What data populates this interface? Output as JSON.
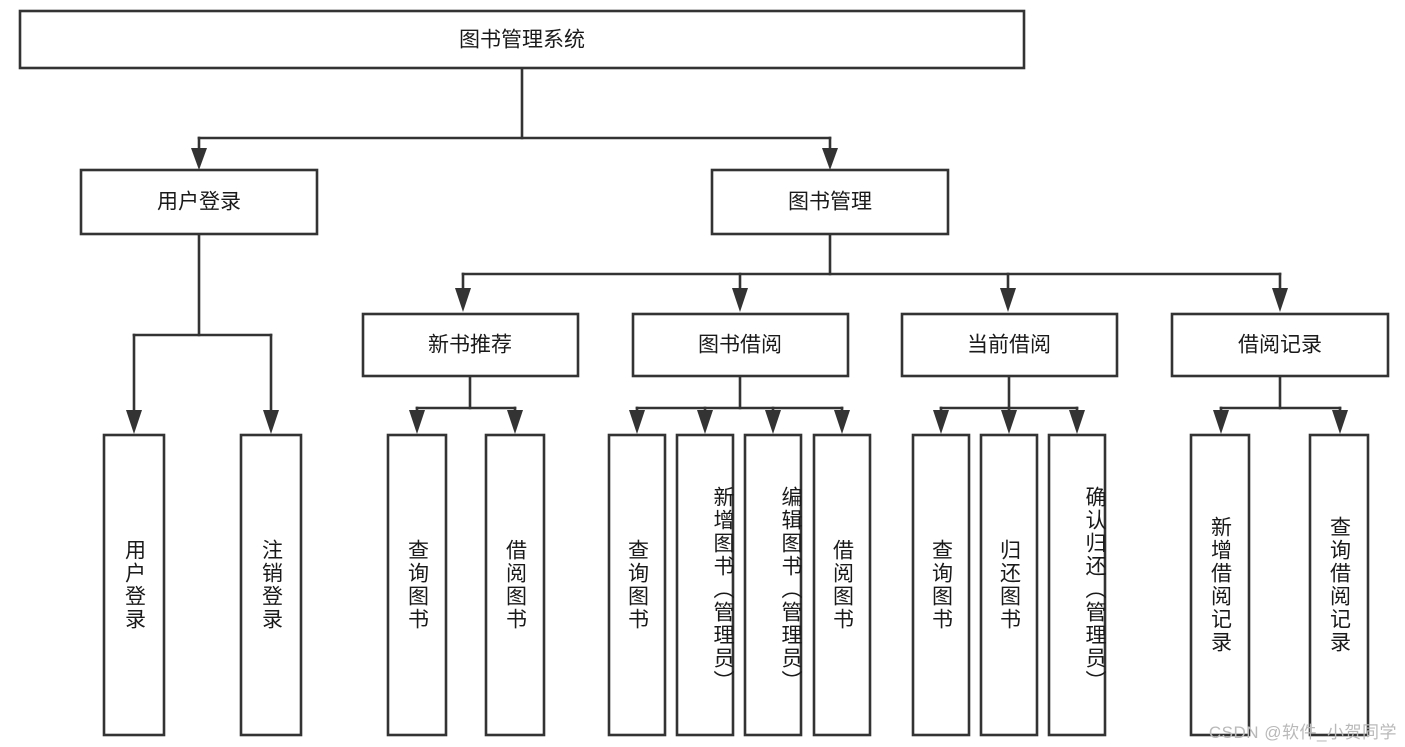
{
  "diagram": {
    "title": "图书管理系统",
    "type": "tree-hierarchy-chart",
    "root": {
      "id": "root",
      "label": "图书管理系统"
    },
    "level2": [
      {
        "id": "user-login",
        "label": "用户登录"
      },
      {
        "id": "book-management",
        "label": "图书管理"
      }
    ],
    "level3": [
      {
        "id": "new-book-recommend",
        "label": "新书推荐",
        "parent": "book-management"
      },
      {
        "id": "book-borrow",
        "label": "图书借阅",
        "parent": "book-management"
      },
      {
        "id": "current-borrow",
        "label": "当前借阅",
        "parent": "book-management"
      },
      {
        "id": "borrow-record",
        "label": "借阅记录",
        "parent": "book-management"
      }
    ],
    "leaves": [
      {
        "id": "leaf-user-login",
        "label": "用户登录",
        "parent": "user-login"
      },
      {
        "id": "leaf-logout-login",
        "label": "注销登录",
        "parent": "user-login"
      },
      {
        "id": "leaf-query-book-1",
        "label": "查询图书",
        "parent": "new-book-recommend"
      },
      {
        "id": "leaf-borrow-book-1",
        "label": "借阅图书",
        "parent": "new-book-recommend"
      },
      {
        "id": "leaf-query-book-2",
        "label": "查询图书",
        "parent": "book-borrow"
      },
      {
        "id": "leaf-add-book",
        "label": "新增图书（管理员）",
        "parent": "book-borrow"
      },
      {
        "id": "leaf-edit-book",
        "label": "编辑图书（管理员）",
        "parent": "book-borrow"
      },
      {
        "id": "leaf-borrow-book-2",
        "label": "借阅图书",
        "parent": "book-borrow"
      },
      {
        "id": "leaf-query-book-3",
        "label": "查询图书",
        "parent": "current-borrow"
      },
      {
        "id": "leaf-return-book",
        "label": "归还图书",
        "parent": "current-borrow"
      },
      {
        "id": "leaf-confirm-return",
        "label": "确认归还（管理员）",
        "parent": "current-borrow"
      },
      {
        "id": "leaf-add-borrow-record",
        "label": "新增借阅记录",
        "parent": "borrow-record"
      },
      {
        "id": "leaf-query-borrow-record",
        "label": "查询借阅记录",
        "parent": "borrow-record"
      }
    ],
    "colors": {
      "box_stroke": "#333333",
      "box_fill": "#ffffff",
      "text": "#1a1a1a",
      "background": "#ffffff",
      "watermark": "#b9b9b9"
    }
  },
  "watermark": {
    "text": "CSDN @软件_小贺同学"
  }
}
